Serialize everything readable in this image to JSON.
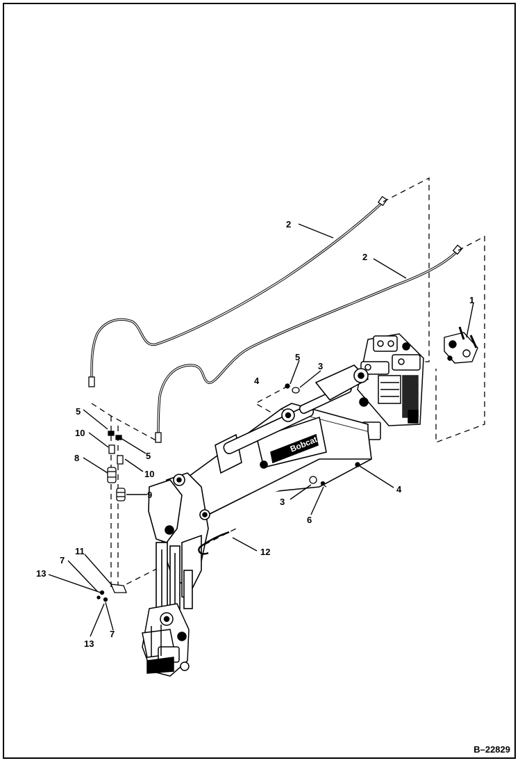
{
  "figure": {
    "reference_code": "B–22829",
    "logo_text": "Bobcat"
  },
  "callouts": [
    {
      "id": "c1",
      "label": "1"
    },
    {
      "id": "c2a",
      "label": "2"
    },
    {
      "id": "c2b",
      "label": "2"
    },
    {
      "id": "c3a",
      "label": "3"
    },
    {
      "id": "c3b",
      "label": "3"
    },
    {
      "id": "c4a",
      "label": "4"
    },
    {
      "id": "c4b",
      "label": "4"
    },
    {
      "id": "c5a",
      "label": "5"
    },
    {
      "id": "c5b",
      "label": "5"
    },
    {
      "id": "c5c",
      "label": "5"
    },
    {
      "id": "c6",
      "label": "6"
    },
    {
      "id": "c7a",
      "label": "7"
    },
    {
      "id": "c7b",
      "label": "7"
    },
    {
      "id": "c8",
      "label": "8"
    },
    {
      "id": "c10a",
      "label": "10"
    },
    {
      "id": "c10b",
      "label": "10"
    },
    {
      "id": "c9",
      "label": "9"
    },
    {
      "id": "c11",
      "label": "11"
    },
    {
      "id": "c12",
      "label": "12"
    },
    {
      "id": "c13a",
      "label": "13"
    },
    {
      "id": "c13b",
      "label": "13"
    }
  ],
  "colors": {
    "line": "#000000",
    "background": "#ffffff"
  }
}
